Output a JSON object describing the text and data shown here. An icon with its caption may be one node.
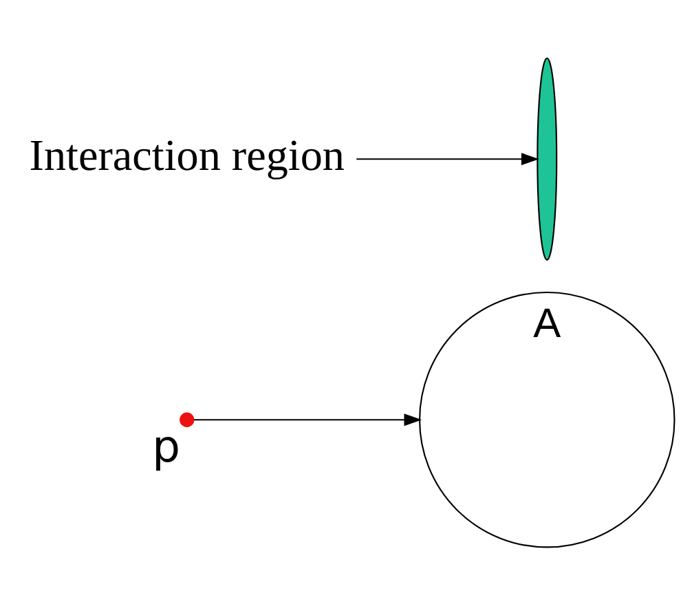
{
  "diagram": {
    "nodes": [
      {
        "text": [],
        "shape": "circle",
        "beside": [
          "p"
        ]
      },
      {
        "text": [
          "A"
        ]
      },
      {
        "text": [],
        "shape": "crescent"
      },
      {
        "text": [
          "Interaction region"
        ]
      }
    ],
    "edges": [
      {
        "from": 0,
        "to": 1,
        "arrow": "to"
      },
      {
        "from": 3,
        "to": 2,
        "arrow": "to"
      }
    ]
  }
}
